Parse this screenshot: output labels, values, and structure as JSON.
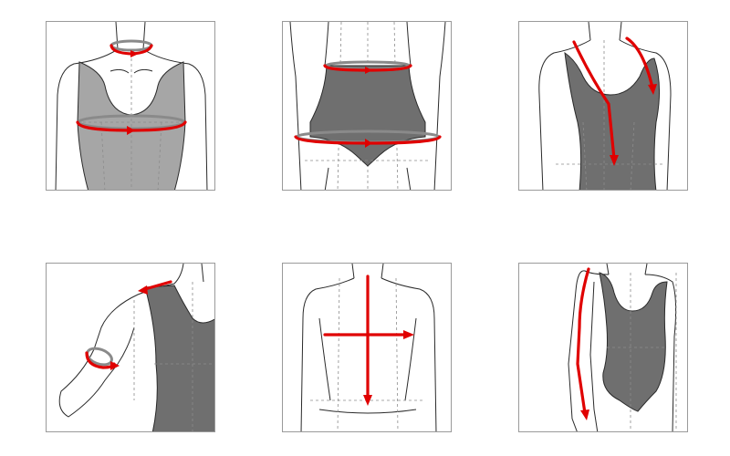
{
  "colors": {
    "measure_line": "#e00000",
    "garment_light": "#a6a6a6",
    "garment_dark": "#6f6f6f",
    "outline": "#2a2a2a",
    "guide_dash": "#8c8c8c",
    "panel_border": "#9a9a9a",
    "background": "#ffffff"
  },
  "panels": [
    {
      "figure": "neck-and-bust-circumference",
      "markers": [
        "neck-loop",
        "bust-loop"
      ]
    },
    {
      "figure": "waist-and-hip-circumference",
      "markers": [
        "waist-loop",
        "hip-loop"
      ]
    },
    {
      "figure": "front-body-length",
      "markers": [
        "shoulder-to-waist-arrow",
        "shoulder-to-bust-arrow"
      ]
    },
    {
      "figure": "shoulder-and-upper-arm",
      "markers": [
        "shoulder-width-line",
        "upper-arm-loop"
      ]
    },
    {
      "figure": "back-width-and-back-length",
      "markers": [
        "back-length-arrow",
        "back-width-arrow"
      ]
    },
    {
      "figure": "arm-length",
      "markers": [
        "arm-length-arrow"
      ]
    }
  ]
}
